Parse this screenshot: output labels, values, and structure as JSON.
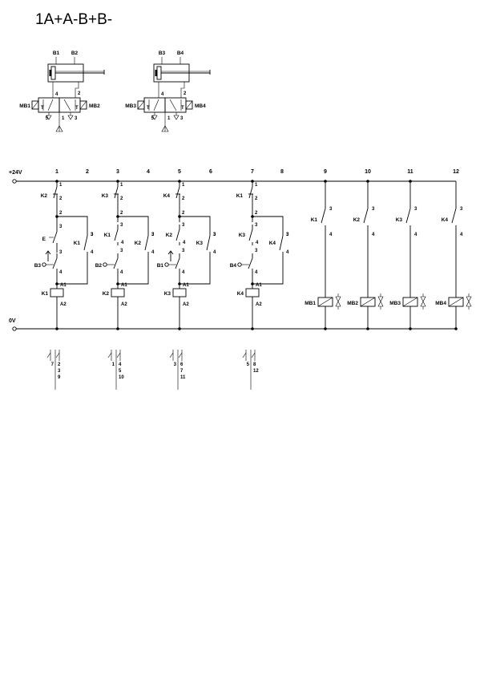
{
  "title": "1A+A-B+B-",
  "rails": {
    "plus": "+24V",
    "zero": "0V"
  },
  "columns": [
    "1",
    "2",
    "3",
    "4",
    "5",
    "6",
    "7",
    "8",
    "9",
    "10",
    "11",
    "12"
  ],
  "cylinders": [
    {
      "sensor_left": "B1",
      "sensor_right": "B2",
      "solenoid_left": "MB1",
      "solenoid_right": "MB2",
      "port_a": "4",
      "port_b": "2",
      "exhaust_1": "5",
      "supply": "1",
      "exhaust_2": "3"
    },
    {
      "sensor_left": "B3",
      "sensor_right": "B4",
      "solenoid_left": "MB3",
      "solenoid_right": "MB4",
      "port_a": "4",
      "port_b": "2",
      "exhaust_1": "5",
      "supply": "1",
      "exhaust_2": "3"
    }
  ],
  "rungs": [
    {
      "top_contact": "K2",
      "sensor": "B3",
      "self_hold": "K1",
      "coil": "K1",
      "a1": "A1",
      "a2": "A2",
      "t1": "1",
      "t2": "2",
      "t3": "3",
      "t4": "4",
      "s3": "3",
      "s4": "4",
      "xref": {
        "nc": "7",
        "no": [
          "2",
          "3",
          "9"
        ]
      }
    },
    {
      "top_contact": "K3",
      "series_contact": "K1",
      "sensor": "B2",
      "self_hold": "K2",
      "coil": "K2",
      "a1": "A1",
      "a2": "A2",
      "t1": "1",
      "t2": "2",
      "t3": "3",
      "t4": "4",
      "s3": "3",
      "s4": "4",
      "xref": {
        "nc": "1",
        "no": [
          "4",
          "5",
          "10"
        ]
      }
    },
    {
      "top_contact": "K4",
      "series_contact": "K2",
      "sensor": "B1",
      "self_hold": "K3",
      "coil": "K3",
      "a1": "A1",
      "a2": "A2",
      "t1": "1",
      "t2": "2",
      "t3": "3",
      "t4": "4",
      "s3": "3",
      "s4": "4",
      "xref": {
        "nc": "3",
        "no": [
          "6",
          "7",
          "11"
        ]
      }
    },
    {
      "top_contact": "K1",
      "series_contact": "K3",
      "sensor": "B4",
      "self_hold": "K4",
      "coil": "K4",
      "a1": "A1",
      "a2": "A2",
      "t1": "1",
      "t2": "2",
      "t3": "3",
      "t4": "4",
      "s3": "3",
      "s4": "4",
      "xref": {
        "nc": "5",
        "no": [
          "8",
          "12"
        ]
      }
    }
  ],
  "outputs": [
    {
      "contact": "K1",
      "t3": "3",
      "t4": "4",
      "solenoid": "MB1"
    },
    {
      "contact": "K2",
      "t3": "3",
      "t4": "4",
      "solenoid": "MB2"
    },
    {
      "contact": "K3",
      "t3": "3",
      "t4": "4",
      "solenoid": "MB3"
    },
    {
      "contact": "K4",
      "t3": "3",
      "t4": "4",
      "solenoid": "MB4"
    }
  ]
}
